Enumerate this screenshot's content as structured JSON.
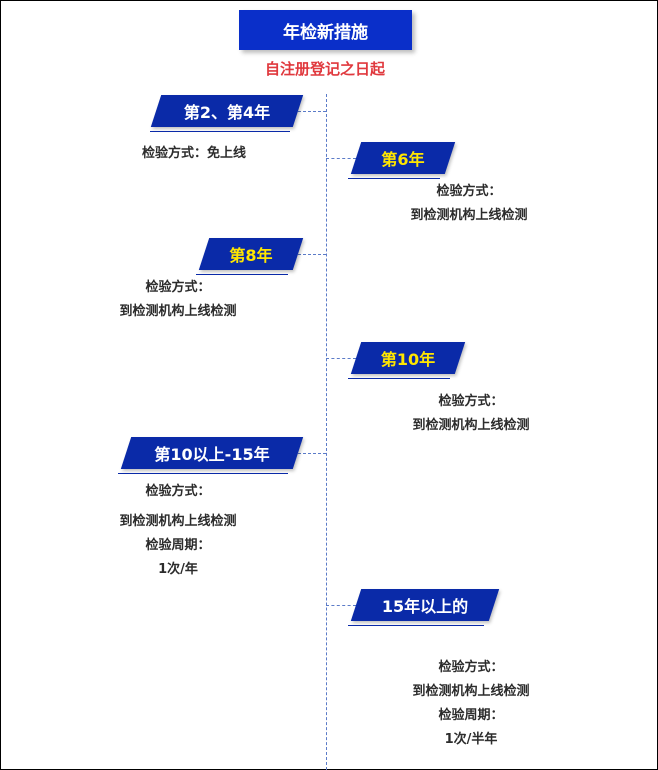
{
  "header": {
    "title": "年检新措施",
    "subtitle": "自注册登记之日起"
  },
  "stages": [
    {
      "label": "第2、第4年",
      "lines": [
        "检验方式：免上线"
      ]
    },
    {
      "label": "第6年",
      "lines": [
        "检验方式：",
        "到检测机构上线检测"
      ]
    },
    {
      "label": "第8年",
      "lines": [
        "检验方式：",
        "到检测机构上线检测"
      ]
    },
    {
      "label": "第10年",
      "lines": [
        "检验方式：",
        "到检测机构上线检测"
      ]
    },
    {
      "label": "第10以上-15年",
      "lines": [
        "检验方式：",
        "到检测机构上线检测",
        "检验周期：",
        "1次/年"
      ]
    },
    {
      "label": "15年以上的",
      "lines": [
        "检验方式：",
        "到检测机构上线检测",
        "检验周期：",
        "1次/半年"
      ]
    }
  ],
  "colors": {
    "title_bg": "#0a2fc9",
    "tag_bg": "#0a2aa8",
    "subtitle": "#e0393e",
    "highlight_text": "#ffe600"
  }
}
